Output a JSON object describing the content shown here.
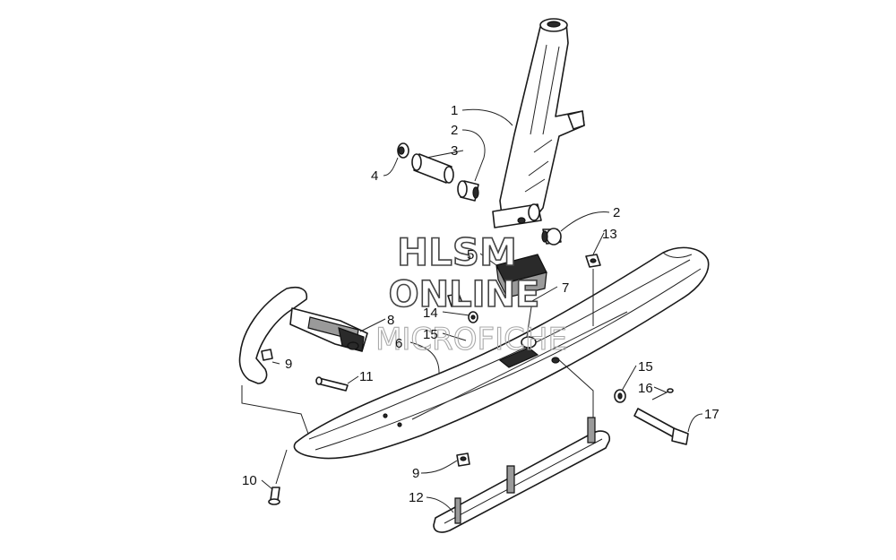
{
  "watermark": {
    "line1": "HLSM",
    "line2": "ONLINE",
    "line3": "MICROFICHE"
  },
  "callouts": {
    "c1": "1",
    "c2a": "2",
    "c2b": "2",
    "c3": "3",
    "c4": "4",
    "c5": "5",
    "c6": "6",
    "c7": "7",
    "c8": "8",
    "c9a": "9",
    "c9b": "9",
    "c10": "10",
    "c11": "11",
    "c12": "12",
    "c13": "13",
    "c14": "14",
    "c15a": "15",
    "c15b": "15",
    "c16": "16",
    "c17": "17"
  }
}
